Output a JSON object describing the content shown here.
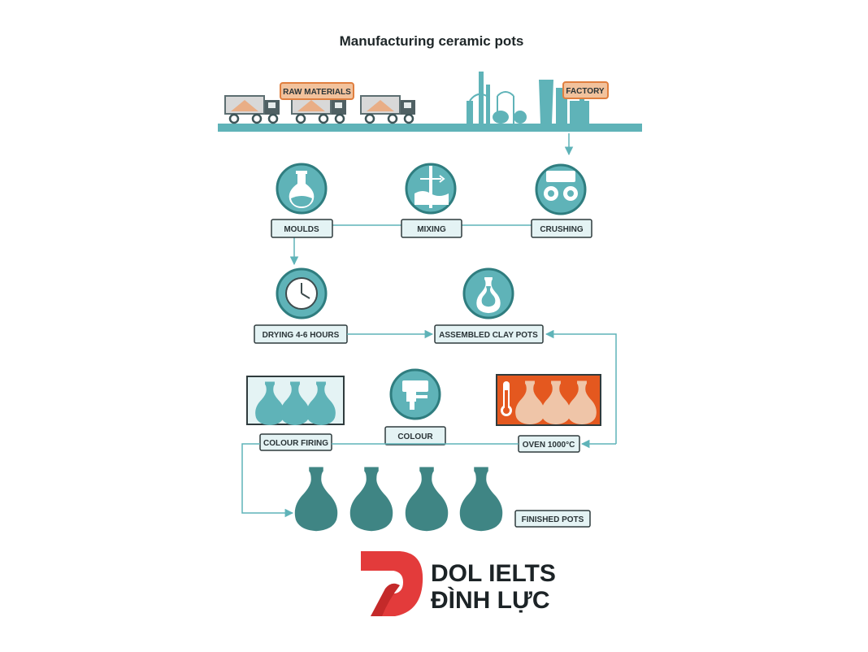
{
  "title": "Manufacturing ceramic pots",
  "header": {
    "raw_materials_label": "RAW MATERIALS",
    "factory_label": "FACTORY"
  },
  "steps": {
    "crushing": "CRUSHING",
    "mixing": "MIXING",
    "moulds": "MOULDS",
    "drying": "DRYING 4-6 HOURS",
    "assembled": "ASSEMBLED CLAY POTS",
    "oven": "OVEN 1000°C",
    "colour": "COLOUR",
    "colour_firing": "COLOUR FIRING",
    "finished": "FINISHED POTS"
  },
  "brand": {
    "line1": "DOL IELTS",
    "line2": "ĐÌNH LỰC"
  },
  "colors": {
    "teal": "#5fb3b8",
    "teal_dark": "#2f7d7f",
    "teal_pot": "#3f8584",
    "label_bg": "#e4f3f4",
    "orange_label": "#f2c29c",
    "orange_border": "#e07f3f",
    "oven_bg": "#e4581f",
    "brand_red": "#e33b3b",
    "ink": "#2a3437"
  }
}
